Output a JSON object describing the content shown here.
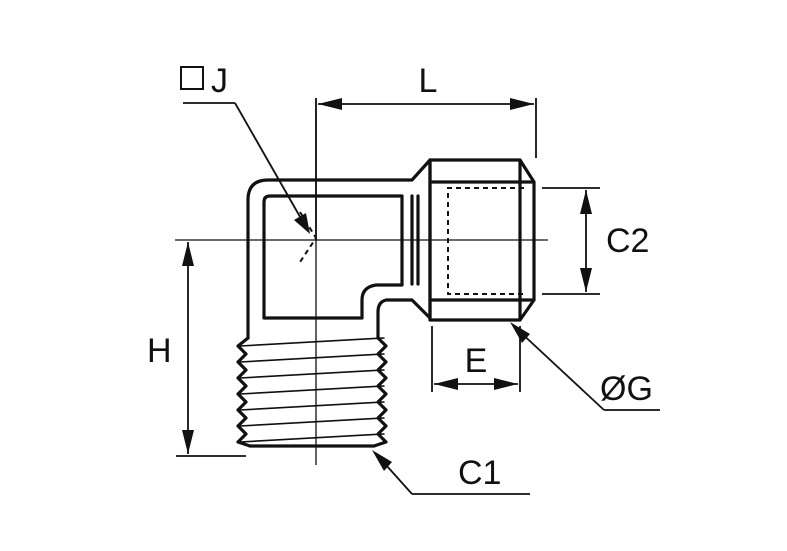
{
  "labels": {
    "j": "J",
    "l": "L",
    "c2": "C2",
    "h": "H",
    "e": "E",
    "g": "ØG",
    "c1": "C1"
  },
  "colors": {
    "line": "#111111",
    "background": "#ffffff"
  },
  "icons": {
    "square_symbol": "square-outline-icon"
  }
}
